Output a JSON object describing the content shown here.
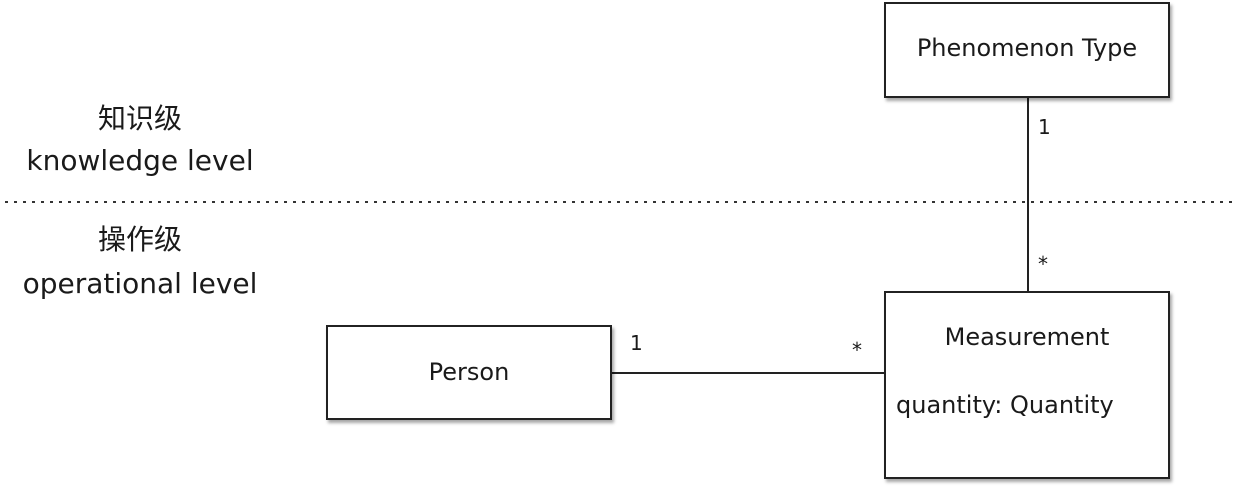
{
  "levels": {
    "knowledge": {
      "zh": "知识级",
      "en": "knowledge level"
    },
    "operational": {
      "zh": "操作级",
      "en": "operational level"
    }
  },
  "classes": {
    "phenomenon_type": {
      "name": "Phenomenon Type"
    },
    "person": {
      "name": "Person"
    },
    "measurement": {
      "name": "Measurement",
      "attribute": "quantity: Quantity"
    }
  },
  "associations": {
    "phenomenon_measurement": {
      "phenomenon_end": "1",
      "measurement_end": "*"
    },
    "person_measurement": {
      "person_end": "1",
      "measurement_end": "*"
    }
  }
}
